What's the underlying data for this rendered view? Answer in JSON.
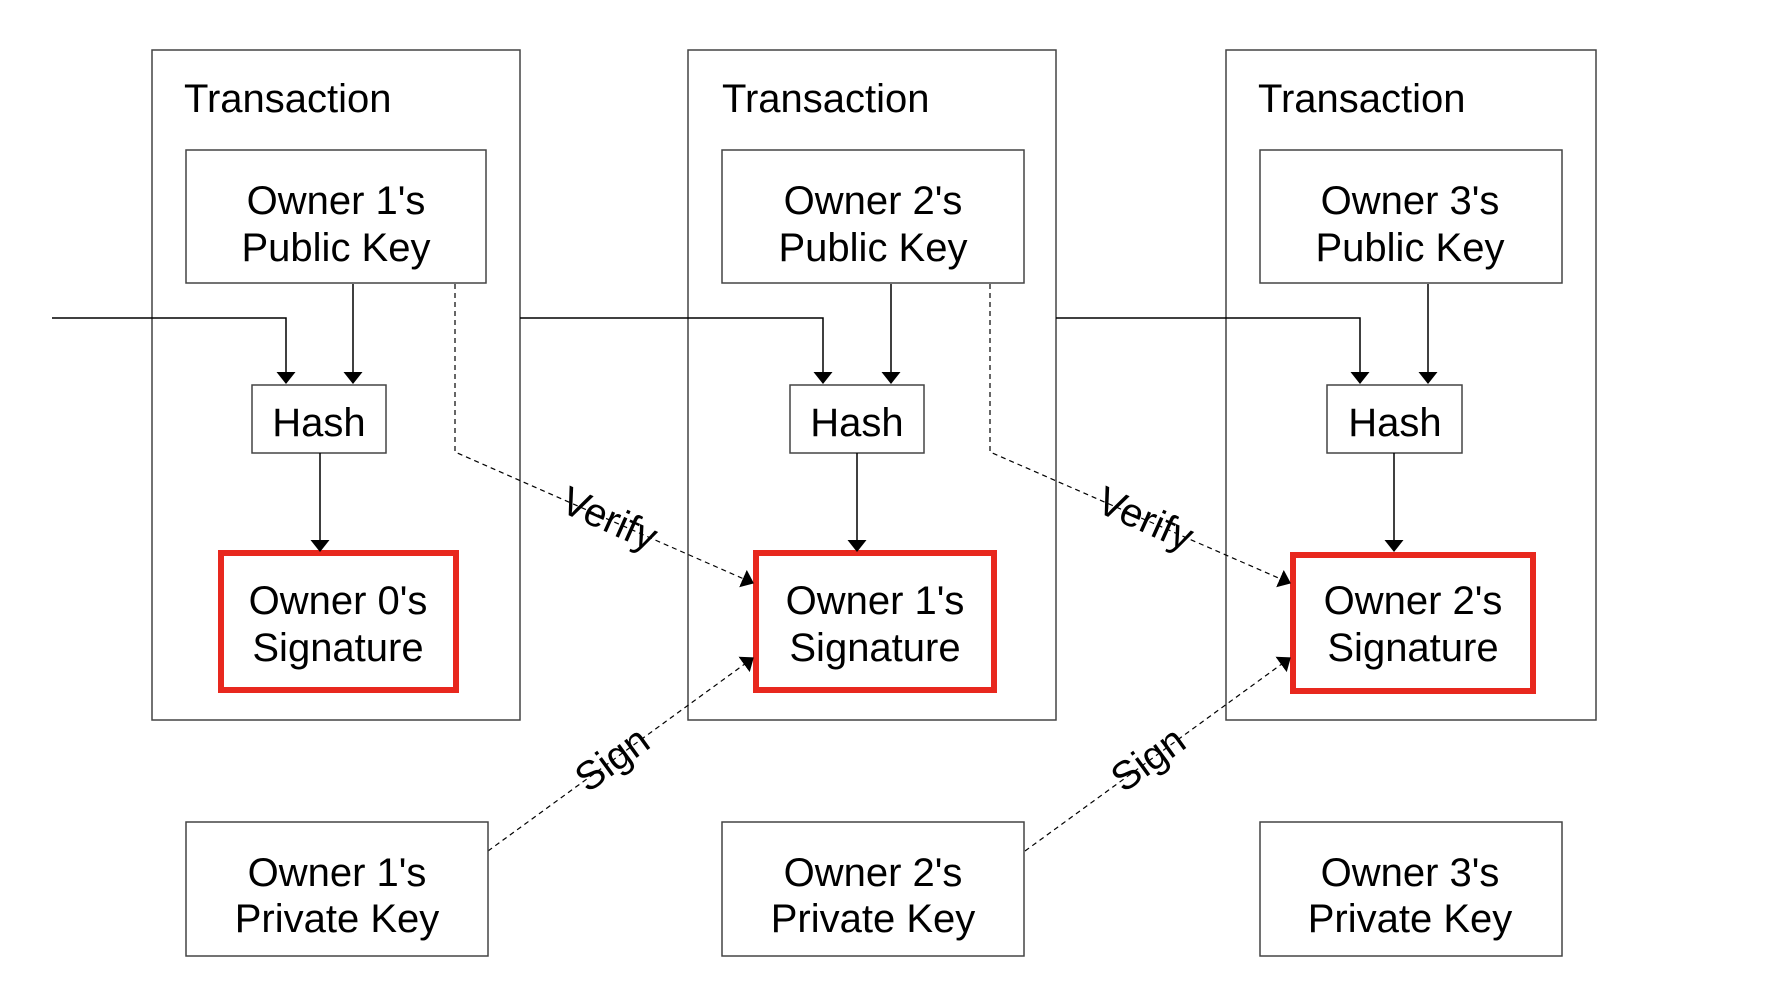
{
  "colors": {
    "line": "#000000",
    "box_border": "#444444",
    "highlight": "#e8281e",
    "background": "#ffffff"
  },
  "transactions": [
    {
      "title": "Transaction",
      "public_key": [
        "Owner 1's",
        "Public Key"
      ],
      "hash": "Hash",
      "signature": [
        "Owner 0's",
        "Signature"
      ]
    },
    {
      "title": "Transaction",
      "public_key": [
        "Owner 2's",
        "Public Key"
      ],
      "hash": "Hash",
      "signature": [
        "Owner 1's",
        "Signature"
      ]
    },
    {
      "title": "Transaction",
      "public_key": [
        "Owner 3's",
        "Public Key"
      ],
      "hash": "Hash",
      "signature": [
        "Owner 2's",
        "Signature"
      ]
    }
  ],
  "private_keys": [
    [
      "Owner 1's",
      "Private Key"
    ],
    [
      "Owner 2's",
      "Private Key"
    ],
    [
      "Owner 3's",
      "Private Key"
    ]
  ],
  "edge_labels": {
    "verify": "Verify",
    "sign": "Sign"
  }
}
